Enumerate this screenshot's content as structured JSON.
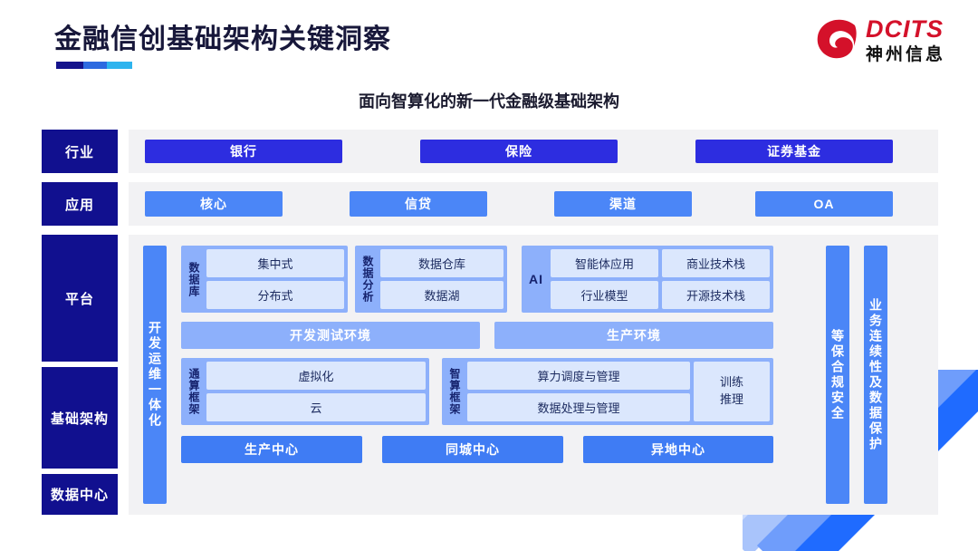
{
  "header": {
    "title": "金融信创基础架构关键洞察",
    "logo": {
      "mark": "dcits-swirl-icon",
      "en": "DCITS",
      "cn": "神州信息"
    },
    "accent_colors": [
      "#14138c",
      "#2d6ae0",
      "#2eb4ee",
      "#d4112a"
    ]
  },
  "subtitle": "面向智算化的新一代金融级基础架构",
  "diagram": {
    "row_labels": {
      "industry": "行业",
      "application": "应用",
      "platform": "平台",
      "infrastructure": "基础架构",
      "datacenter": "数据中心"
    },
    "industry": [
      "银行",
      "保险",
      "证券基金"
    ],
    "application": [
      "核心",
      "信贷",
      "渠道",
      "OA"
    ],
    "side_bars": {
      "left": "开发运维一体化",
      "right_inner": "等保合规安全",
      "right_outer": "业务连续性及数据保护"
    },
    "groups": {
      "database": {
        "title": "数据库",
        "cells": [
          "集中式",
          "分布式"
        ]
      },
      "data_analysis": {
        "title": "数据分析",
        "cells": [
          "数据仓库",
          "数据湖"
        ]
      },
      "ai": {
        "title": "AI",
        "cells": [
          "智能体应用",
          "商业技术栈",
          "行业模型",
          "开源技术栈"
        ]
      },
      "general_compute": {
        "title": "通算框架",
        "cells": [
          "虚拟化",
          "云"
        ]
      },
      "intelligent_compute": {
        "title": "智算框架",
        "cells": [
          "算力调度与管理",
          "数据处理与管理"
        ],
        "side_cell": [
          "训练",
          "推理"
        ]
      }
    },
    "environments": [
      "开发测试环境",
      "生产环境"
    ],
    "datacenters": [
      "生产中心",
      "同城中心",
      "异地中心"
    ]
  }
}
